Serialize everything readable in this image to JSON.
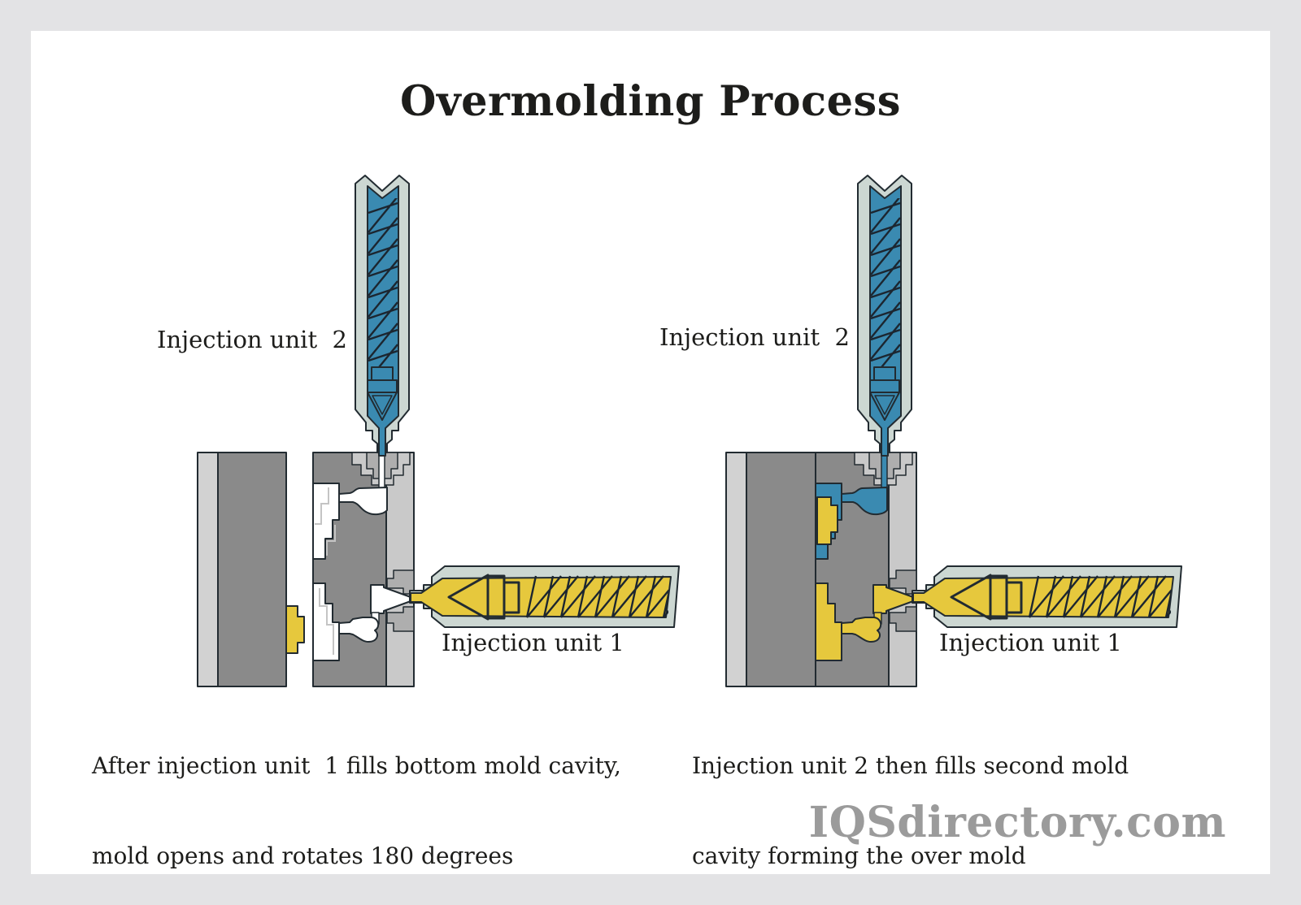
{
  "title": "Overmolding Process",
  "watermark": "IQSdirectory.com",
  "left_diagram": {
    "top_unit_label": "Injection unit  2",
    "side_unit_label": "Injection unit 1",
    "caption_line1": "After injection unit  1 fills bottom mold cavity,",
    "caption_line2": "mold opens and rotates 180 degrees"
  },
  "right_diagram": {
    "top_unit_label": "Injection unit  2",
    "side_unit_label": "Injection unit 1",
    "caption_line1": "Injection unit 2 then fills second mold",
    "caption_line2": "cavity forming the over mold"
  },
  "colors": {
    "background": "#e3e3e5",
    "card": "#ffffff",
    "text": "#1d1d1b",
    "watermark": "#9b9b9b",
    "outline": "#222b31",
    "screwline": "#1c2630",
    "mold_dark": "#8a8a8a",
    "mold_light": "#c9c9c9",
    "platen_light": "#d2d2d2",
    "recess": "#aeaeae",
    "recess_dark": "#9c9c9c",
    "barrel": "#ccd7d2",
    "blue": "#3a8ab1",
    "yellow": "#e6c83d",
    "cavity": "#ffffff"
  }
}
